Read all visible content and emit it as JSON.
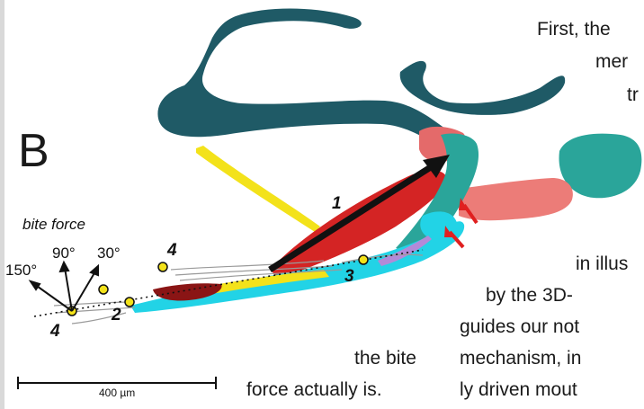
{
  "figure": {
    "panel_label": "B",
    "bite_force_label": "bite force",
    "angles": [
      "150°",
      "90°",
      "30°"
    ],
    "numbers": [
      "1",
      "2",
      "3",
      "4",
      "4"
    ],
    "scale_bar_label": "400 µm"
  },
  "text": {
    "line1": "First,  the",
    "line2": "mer",
    "line3": "tr",
    "line4": "in illus",
    "line5": "by  the  3D-",
    "line6": "guides our not",
    "line7": "mechanism, in",
    "line8": "ly driven mout",
    "left_line1": "the bite",
    "left_line2": "force actually is."
  },
  "colors": {
    "dark_teal": "#1f5a66",
    "teal": "#2aa59a",
    "cyan": "#22d3e6",
    "red": "#d42424",
    "dark_red": "#8a1515",
    "yellow": "#f3e21a",
    "salmon": "#ec7c78",
    "gray": "#9a9a9a",
    "purple": "#b28ad8"
  }
}
